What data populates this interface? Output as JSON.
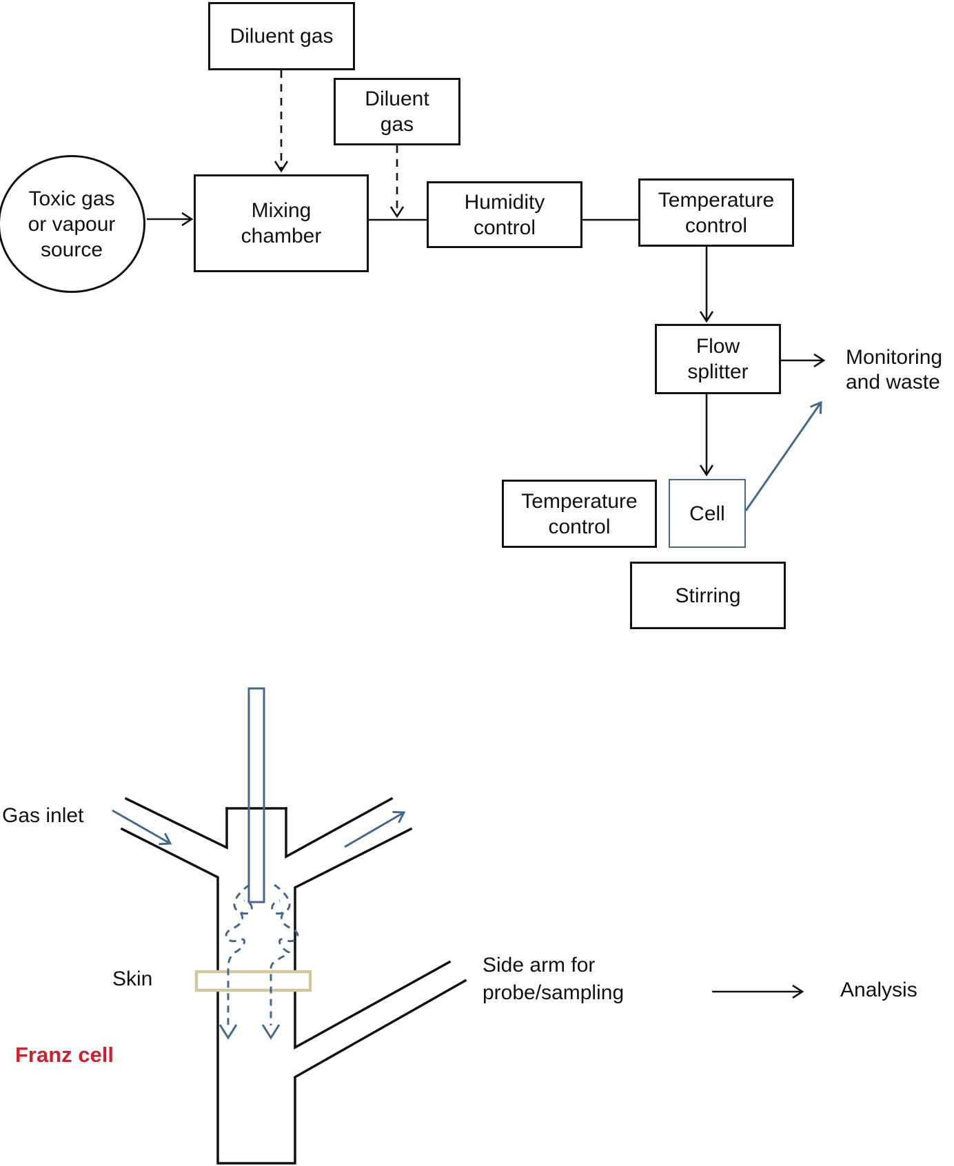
{
  "flowchart": {
    "source_label": "Toxic gas\nor vapour\nsource",
    "diluent1_label": "Diluent gas",
    "diluent2_label": "Diluent\ngas",
    "mixing_label": "Mixing\nchamber",
    "humidity_label": "Humidity\ncontrol",
    "temperature1_label": "Temperature\ncontrol",
    "flow_splitter_label": "Flow\nsplitter",
    "monitoring_label": "Monitoring\nand waste",
    "temperature2_label": "Temperature\ncontrol",
    "cell_label": "Cell",
    "stirring_label": "Stirring"
  },
  "franz_cell": {
    "gas_inlet_label": "Gas inlet",
    "skin_label": "Skin",
    "title": "Franz cell",
    "side_arm_label": "Side arm for\nprobe/sampling",
    "analysis_label": "Analysis"
  },
  "colors": {
    "line_black": "#111111",
    "accent_blue": "#44678e",
    "skin_tan": "#cfc89c",
    "franz_red": "#d0202e"
  }
}
